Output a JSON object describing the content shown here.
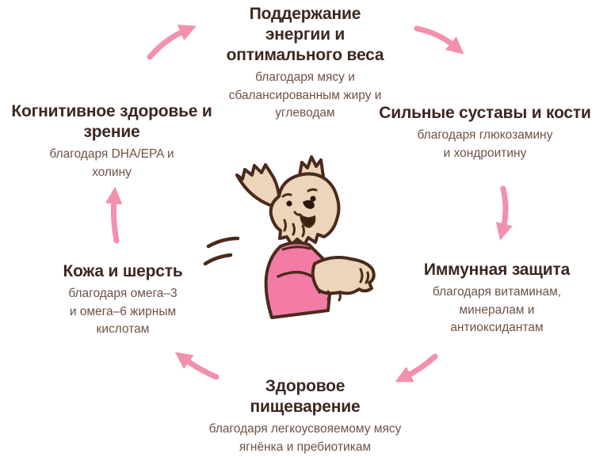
{
  "diagram": {
    "type": "benefit-cycle",
    "subject_illustration": "cartoon-dog-in-pink-shirt",
    "colors": {
      "arrow_pink": "#f390ac",
      "heading_text": "#3d2721",
      "subtitle_text": "#6d5245",
      "dog_outline": "#4a2a1c",
      "dog_fur": "#ecd5ba",
      "dog_shirt_pink": "#f27ca5",
      "background": "#ffffff"
    },
    "nodes": [
      {
        "id": "energy",
        "title": "Поддержание\nэнергии и\nоптимального веса",
        "subtitle": "благодаря мясу и\nсбалансированным жиру и\nуглеводам"
      },
      {
        "id": "joints",
        "title": "Сильные суставы и кости",
        "subtitle": "благодаря глюкозамину\nи хондроитину"
      },
      {
        "id": "immunity",
        "title": "Иммунная защита",
        "subtitle": "благодаря витаминам,\nминералам и\nантиоксидантам"
      },
      {
        "id": "digestion",
        "title": "Здоровое\nпищеварение",
        "subtitle": "благодаря легкоусвояемому мясу\nягнёнка и пребиотикам"
      },
      {
        "id": "skin",
        "title": "Кожа и шерсть",
        "subtitle": "благодаря омега–3\nи омега–6 жирным\nкислотам"
      },
      {
        "id": "cognitive",
        "title": "Когнитивное здоровье и\nзрение",
        "subtitle": "благодаря DHA/EPA и\nхолину"
      }
    ],
    "arrows": [
      {
        "name": "cognitive-to-energy"
      },
      {
        "name": "energy-to-joints"
      },
      {
        "name": "joints-to-immunity"
      },
      {
        "name": "immunity-to-digestion"
      },
      {
        "name": "digestion-to-skin"
      },
      {
        "name": "skin-to-cognitive"
      }
    ]
  }
}
